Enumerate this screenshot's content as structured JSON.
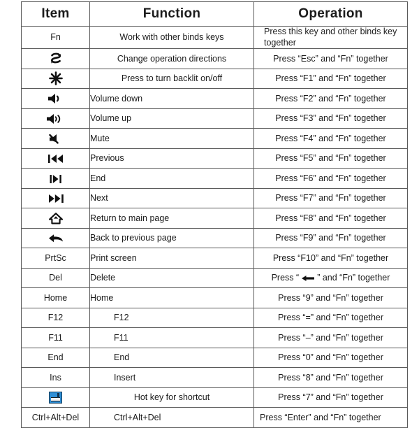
{
  "table": {
    "headers": {
      "item": "Item",
      "function": "Function",
      "operation": "Operation"
    },
    "rows": [
      {
        "item_text": "Fn",
        "item_icon": "",
        "function": "Work with other binds keys",
        "operation": "Press this key and other binds key together"
      },
      {
        "item_text": "",
        "item_icon": "rotate-direction-icon",
        "function": "Change operation directions",
        "operation": "Press “Esc” and “Fn” together"
      },
      {
        "item_text": "",
        "item_icon": "backlit-asterisk-icon",
        "function": "Press to turn backlit on/off",
        "operation": "Press “F1” and “Fn” together"
      },
      {
        "item_text": "",
        "item_icon": "volume-down-icon",
        "function": "Volume down",
        "operation": "Press “F2” and “Fn” together"
      },
      {
        "item_text": "",
        "item_icon": "volume-up-icon",
        "function": "Volume up",
        "operation": "Press “F3” and “Fn” together"
      },
      {
        "item_text": "",
        "item_icon": "mute-icon",
        "function": "Mute",
        "operation": "Press “F4” and “Fn” together"
      },
      {
        "item_text": "",
        "item_icon": "previous-track-icon",
        "function": "Previous",
        "operation": "Press “F5” and “Fn” together"
      },
      {
        "item_text": "",
        "item_icon": "play-pause-icon",
        "function": "End",
        "operation": "Press “F6” and “Fn” together"
      },
      {
        "item_text": "",
        "item_icon": "next-track-icon",
        "function": "Next",
        "operation": "Press “F7” and “Fn” together"
      },
      {
        "item_text": "",
        "item_icon": "home-house-icon",
        "function": "Return to main page",
        "operation": "Press “F8” and “Fn” together"
      },
      {
        "item_text": "",
        "item_icon": "back-arrow-icon",
        "function": "Back to previous page",
        "operation": "Press “F9” and “Fn” together"
      },
      {
        "item_text": "PrtSc",
        "item_icon": "",
        "function": "Print screen",
        "operation": "Press “F10” and “Fn” together"
      },
      {
        "item_text": "Del",
        "item_icon": "",
        "function": "Delete",
        "operation_prefix": "Press “",
        "operation_icon": "left-arrow-icon",
        "operation_suffix": "” and “Fn” together"
      },
      {
        "item_text": "Home",
        "item_icon": "",
        "function": "Home",
        "operation": "Press “9” and “Fn” together"
      },
      {
        "item_text": "F12",
        "item_icon": "",
        "function": "F12",
        "operation": "Press “=” and “Fn” together"
      },
      {
        "item_text": "F11",
        "item_icon": "",
        "function": "F11",
        "operation": "Press “–” and “Fn” together"
      },
      {
        "item_text": "End",
        "item_icon": "",
        "function": "End",
        "operation": "Press “0” and “Fn” together"
      },
      {
        "item_text": "Ins",
        "item_icon": "",
        "function": "Insert",
        "operation": "Press “8” and “Fn” together"
      },
      {
        "item_text": "",
        "item_icon": "shortcut-window-icon",
        "function": "Hot key for shortcut",
        "operation": "Press “7” and “Fn” together"
      },
      {
        "item_text": "Ctrl+Alt+Del",
        "item_icon": "",
        "function": "Ctrl+Alt+Del",
        "operation": "Press “Enter” and “Fn” together"
      }
    ]
  }
}
